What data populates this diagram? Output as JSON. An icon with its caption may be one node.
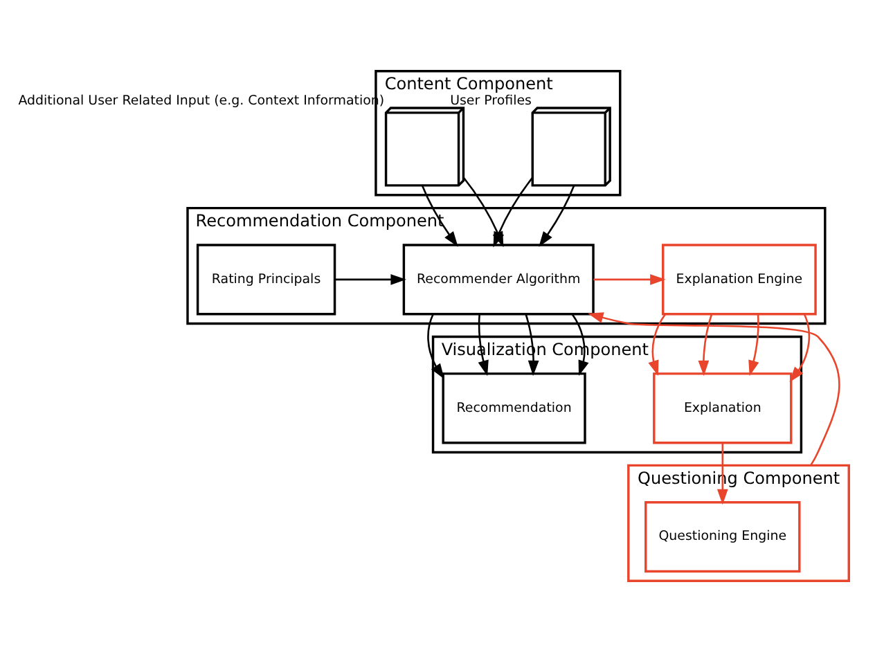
{
  "diagram": {
    "nodes": [
      {
        "text": [
          "Content Component"
        ]
      },
      {
        "text": [],
        "shape": "document",
        "in": 0,
        "beside": [
          "User Profiles"
        ]
      },
      {
        "text": [],
        "shape": "document",
        "in": 0,
        "beside": [
          "Additional User Related Input (e.g. Context Information)"
        ]
      },
      {
        "text": [
          "Recommendation Component"
        ]
      },
      {
        "text": [
          "Rating Principals"
        ],
        "in": 3
      },
      {
        "text": [
          "Recommender Algorithm"
        ],
        "in": 3
      },
      {
        "text": [
          "Explanation Engine"
        ],
        "in": 3
      },
      {
        "text": [
          "Visualization Component"
        ]
      },
      {
        "text": [
          "Recommendation"
        ],
        "in": 7
      },
      {
        "text": [
          "Explanation"
        ],
        "in": 7
      },
      {
        "text": [
          "Questioning Component"
        ]
      },
      {
        "text": [
          "Questioning Engine"
        ],
        "in": 10
      }
    ],
    "edges": [
      {
        "from": 1,
        "to": 5,
        "arrow": "to"
      },
      {
        "from": 1,
        "to": 5,
        "arrow": "to"
      },
      {
        "from": 2,
        "to": 5,
        "arrow": "to"
      },
      {
        "from": 2,
        "to": 5,
        "arrow": "to"
      },
      {
        "from": 10,
        "to": 5,
        "arrow": "to",
        "color": "#e8452c"
      },
      {
        "from": 4,
        "to": 5,
        "arrow": "to"
      },
      {
        "from": 5,
        "to": 6,
        "arrow": "to",
        "color": "#e8452c"
      },
      {
        "from": 5,
        "to": 8,
        "arrow": "to"
      },
      {
        "from": 5,
        "to": 8,
        "arrow": "to"
      },
      {
        "from": 5,
        "to": 8,
        "arrow": "to"
      },
      {
        "from": 5,
        "to": 8,
        "arrow": "to"
      },
      {
        "from": 6,
        "to": 9,
        "arrow": "to",
        "color": "#e8452c"
      },
      {
        "from": 6,
        "to": 9,
        "arrow": "to",
        "color": "#e8452c"
      },
      {
        "from": 6,
        "to": 9,
        "arrow": "to",
        "color": "#e8452c"
      },
      {
        "from": 6,
        "to": 9,
        "arrow": "to",
        "color": "#e8452c"
      },
      {
        "from": 9,
        "to": 11,
        "arrow": "to",
        "color": "#e8452c"
      }
    ]
  }
}
